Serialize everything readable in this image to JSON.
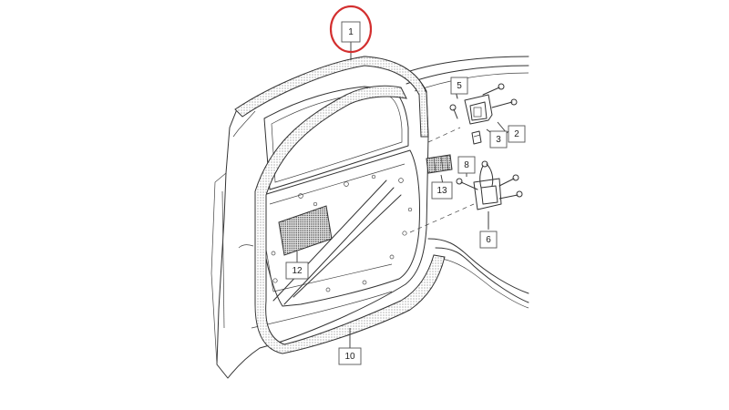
{
  "diagram": {
    "callouts": [
      {
        "id": "1",
        "text": "1"
      },
      {
        "id": "2",
        "text": "2"
      },
      {
        "id": "3",
        "text": "3"
      },
      {
        "id": "5",
        "text": "5"
      },
      {
        "id": "6",
        "text": "6"
      },
      {
        "id": "8",
        "text": "8"
      },
      {
        "id": "10",
        "text": "10"
      },
      {
        "id": "12",
        "text": "12"
      },
      {
        "id": "13",
        "text": "13"
      }
    ],
    "highlight_color": "#d32f2f",
    "line_color": "#333333"
  }
}
